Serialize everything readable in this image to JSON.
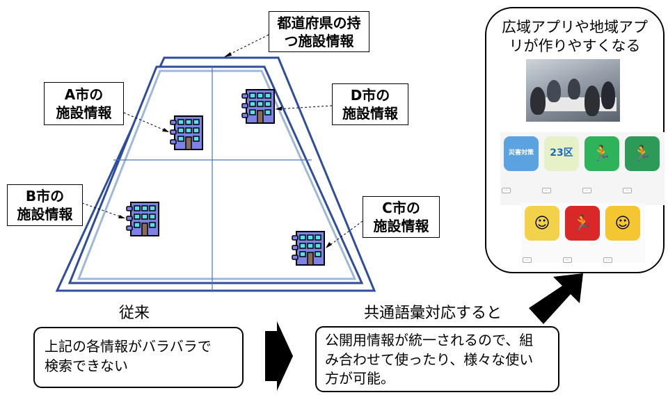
{
  "labels": {
    "prefecture": "都道府県の持\nつ施設情報",
    "city_a": "A市の\n施設情報",
    "city_b": "B市の\n施設情報",
    "city_c": "C市の\n施設情報",
    "city_d": "D市の\n施設情報"
  },
  "captions": {
    "before": "従来",
    "after": "共通語彙対応すると"
  },
  "before_text": "上記の各情報がバラバラで\n検索できない",
  "after_text": "公開用情報が統一されるので、組\nみ合わせて使ったり、様々な使い\n方が可能。",
  "panel": {
    "title": "広域アプリや地域アプ\nリが作りやすくなる"
  },
  "apps": [
    {
      "icon_text": "災害対策",
      "color": "#5ba3e0"
    },
    {
      "icon_text": "23区",
      "color": "#e7f1c8"
    },
    {
      "icon_text": "",
      "color": "#2fb35a"
    },
    {
      "icon_text": "",
      "color": "#2e9a58"
    },
    {
      "icon_text": "",
      "color": "#f2d24a"
    },
    {
      "icon_text": "",
      "color": "#d82828"
    },
    {
      "icon_text": "",
      "color": "#f3c632"
    }
  ],
  "colors": {
    "trapezoid_back": "#2f4d9e",
    "trapezoid_front": "#9fb7d9",
    "building": "#7d82e6",
    "window": "#58e0e6"
  }
}
